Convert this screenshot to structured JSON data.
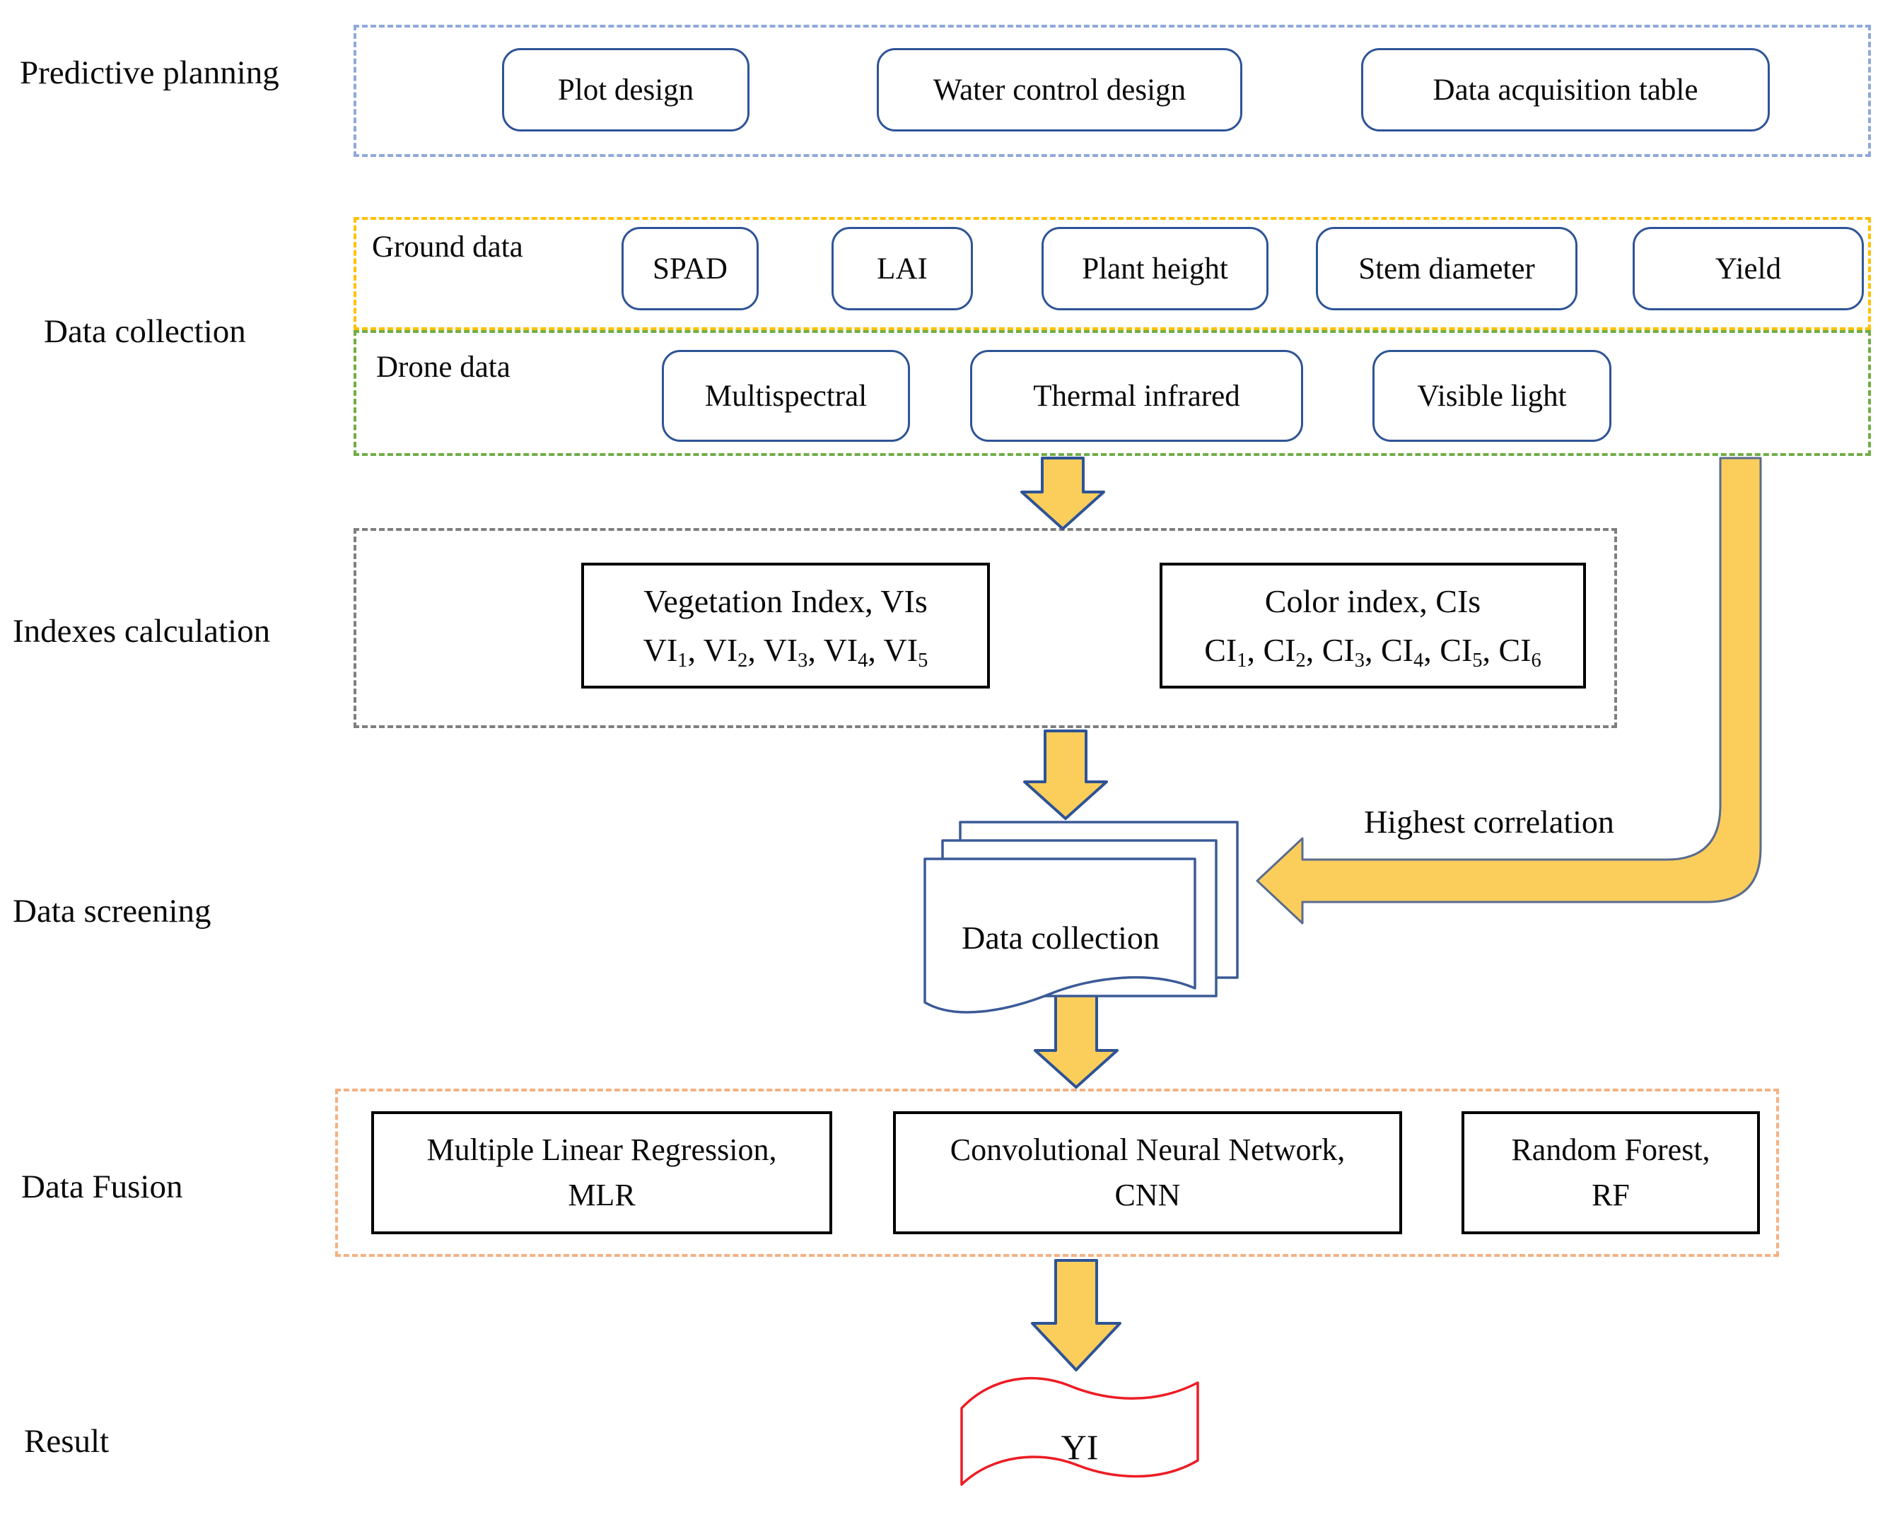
{
  "stage_labels": [
    "Predictive planning",
    "Data collection",
    "Indexes calculation",
    "Data screening",
    "Data Fusion",
    "Result"
  ],
  "planning": {
    "items": [
      "Plot design",
      "Water control design",
      "Data acquisition table"
    ]
  },
  "ground": {
    "label": "Ground data",
    "items": [
      "SPAD",
      "LAI",
      "Plant height",
      "Stem diameter",
      "Yield"
    ]
  },
  "drone": {
    "label": "Drone data",
    "items": [
      "Multispectral",
      "Thermal infrared",
      "Visible light"
    ]
  },
  "indexes": {
    "vi": {
      "title": "Vegetation Index, VIs",
      "terms": [
        {
          "base": "VI",
          "sub": "1"
        },
        {
          "base": "VI",
          "sub": "2"
        },
        {
          "base": "VI",
          "sub": "3"
        },
        {
          "base": "VI",
          "sub": "4"
        },
        {
          "base": "VI",
          "sub": "5"
        }
      ]
    },
    "ci": {
      "title": "Color index, CIs",
      "terms": [
        {
          "base": "CI",
          "sub": "1"
        },
        {
          "base": "CI",
          "sub": "2"
        },
        {
          "base": "CI",
          "sub": "3"
        },
        {
          "base": "CI",
          "sub": "4"
        },
        {
          "base": "CI",
          "sub": "5"
        },
        {
          "base": "CI",
          "sub": "6"
        }
      ]
    }
  },
  "screening": {
    "document_label": "Data collection",
    "arrow_label": "Highest correlation"
  },
  "fusion": {
    "items": [
      {
        "line1": "Multiple Linear Regression,",
        "line2": "MLR"
      },
      {
        "line1": "Convolutional Neural Network,",
        "line2": "CNN"
      },
      {
        "line1": "Random Forest,",
        "line2": "RF"
      }
    ]
  },
  "result": {
    "label": "YI"
  },
  "colors": {
    "planning-border": "#8EA9DB",
    "ground-border": "#FFC000",
    "drone-border": "#70AD47",
    "indexes-border": "#7F7F7F",
    "fusion-border": "#F4B183",
    "button-border": "#2F5496",
    "box-border": "#000000",
    "arrow-fill": "#FBCE5C",
    "arrow-stroke": "#2E5395",
    "elbow-stroke": "#5A6B8F",
    "doc-stroke": "#3B5A97",
    "flag-stroke": "#ED1C24",
    "text": "#0A0A0A"
  }
}
